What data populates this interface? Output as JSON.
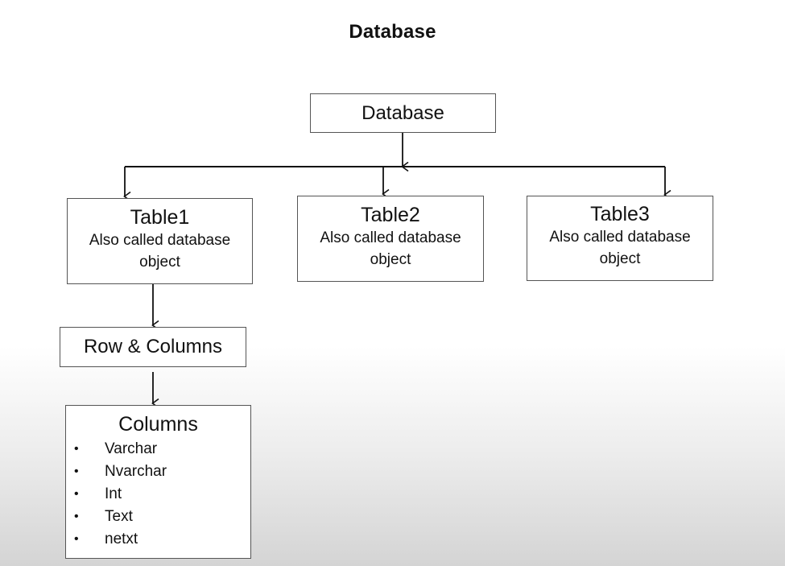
{
  "title": "Database",
  "root": {
    "label": "Database"
  },
  "tables": [
    {
      "name": "Table1",
      "desc": "Also called database object"
    },
    {
      "name": "Table2",
      "desc": "Also called database object"
    },
    {
      "name": "Table3",
      "desc": "Also called database object"
    }
  ],
  "rows_columns": {
    "label": "Row & Columns"
  },
  "columns": {
    "heading": "Columns",
    "bullet": "•",
    "items": [
      "Varchar",
      "Nvarchar",
      "Int",
      "Text",
      "netxt"
    ]
  },
  "colors": {
    "line": "#111111",
    "box_border": "#555555"
  }
}
